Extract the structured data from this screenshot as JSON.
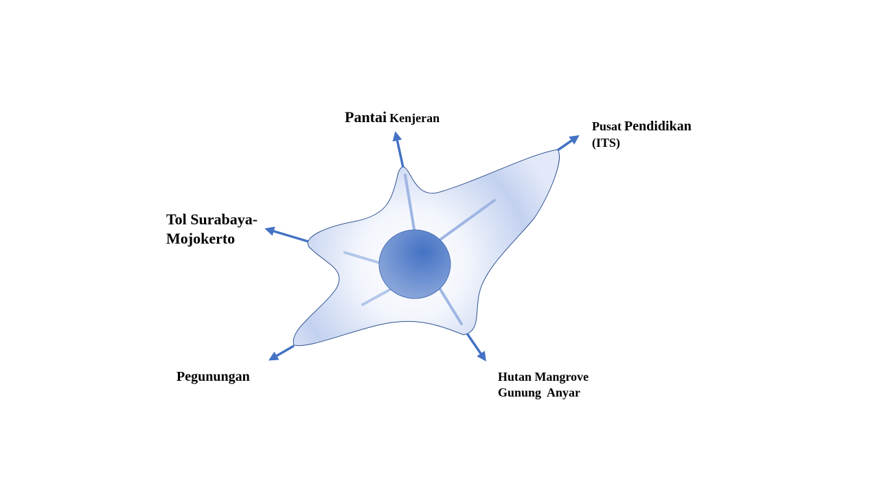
{
  "labels": {
    "pantai": {
      "part1": "Pantai",
      "part2": "Kenjeran"
    },
    "pusat": {
      "part1": "Pusat",
      "part2": "Pendidikan",
      "line2": "(ITS)"
    },
    "tol": {
      "line1": "Tol Surabaya-",
      "line2": "Mojokerto"
    },
    "pegunungan": {
      "text": "Pegunungan"
    },
    "hutan": {
      "line1": "Hutan Mangrove",
      "line2": "Gunung  Anyar"
    }
  },
  "colors": {
    "arrow": "#4472C4",
    "shape_fill_light": "#FFFFFF",
    "shape_fill_dark": "#B4C7E7",
    "shape_stroke": "#2F528F",
    "core_center": "#4472C4",
    "core_edge": "#8FAADC"
  }
}
